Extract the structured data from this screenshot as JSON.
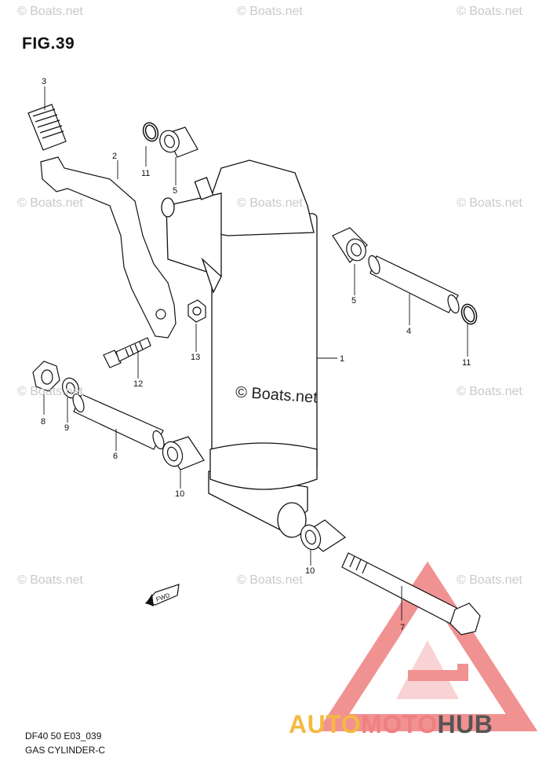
{
  "figure": {
    "title": "FIG.39",
    "center_note": "© Boats.net",
    "caption_code": "DF40 50 E03_039",
    "caption_name": "GAS CYLINDER-C",
    "fwd_label": "FWD"
  },
  "watermark": "© Boats.net",
  "brand": {
    "part1": "AUTO",
    "part2": "MOTO",
    "part3": "HUB",
    "color_part1": "#f5b942",
    "color_part2": "#f08080",
    "color_part3": "#555555"
  },
  "callouts": [
    "1",
    "2",
    "3",
    "4",
    "5",
    "5",
    "6",
    "7",
    "8",
    "9",
    "10",
    "10",
    "11",
    "11",
    "12",
    "13"
  ]
}
